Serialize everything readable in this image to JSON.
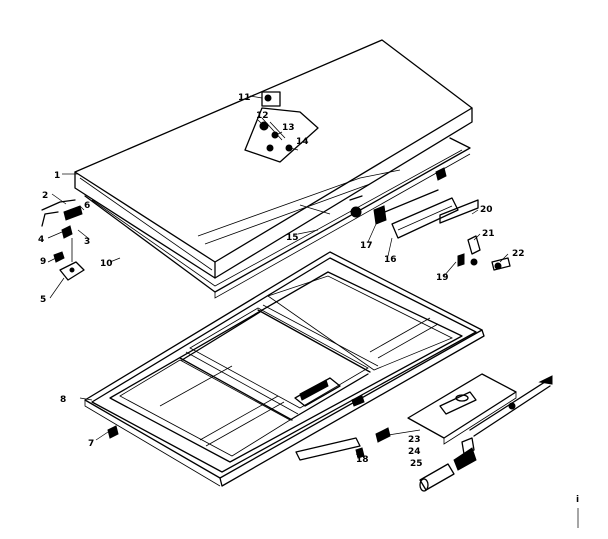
{
  "diagram": {
    "callouts": {
      "c1": "1",
      "c2": "2",
      "c3": "3",
      "c4": "4",
      "c5": "5",
      "c6": "6",
      "c7": "7",
      "c8": "8",
      "c9": "9",
      "c10": "10",
      "c11": "11",
      "c12": "12",
      "c13": "13",
      "c14": "14",
      "c15": "15",
      "c16": "16",
      "c17": "17",
      "c18": "18",
      "c19": "19",
      "c20": "20",
      "c21": "21",
      "c22": "22",
      "c23": "23",
      "c24": "24",
      "c25": "25"
    },
    "page_mark": "i"
  }
}
